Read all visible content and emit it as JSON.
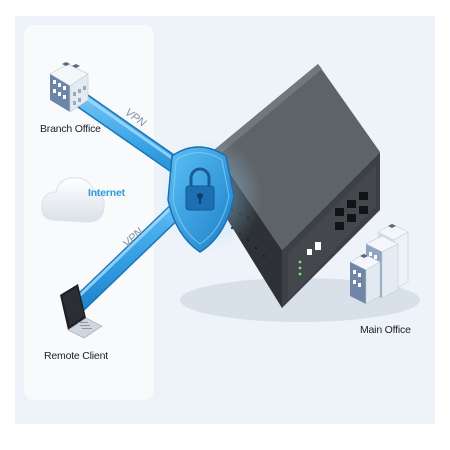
{
  "labels": {
    "branch_office": "Branch Office",
    "internet": "Internet",
    "remote_client": "Remote Client",
    "main_office": "Main Office",
    "vpn_top": "VPN",
    "vpn_bottom": "VPN"
  },
  "colors": {
    "background": "#eef3f9",
    "left_panel": "#f8fafc",
    "tunnel": "#3fa9ea",
    "tunnel_dark": "#1f86cf",
    "shield": "#2a97e0",
    "device_top": "#5e6368",
    "device_front": "#3a3d41",
    "building": "#dfe6ee"
  },
  "icons": [
    "branch-office-building-icon",
    "cloud-icon",
    "laptop-icon",
    "lock-shield-icon",
    "gateway-device-icon",
    "main-office-buildings-icon"
  ]
}
